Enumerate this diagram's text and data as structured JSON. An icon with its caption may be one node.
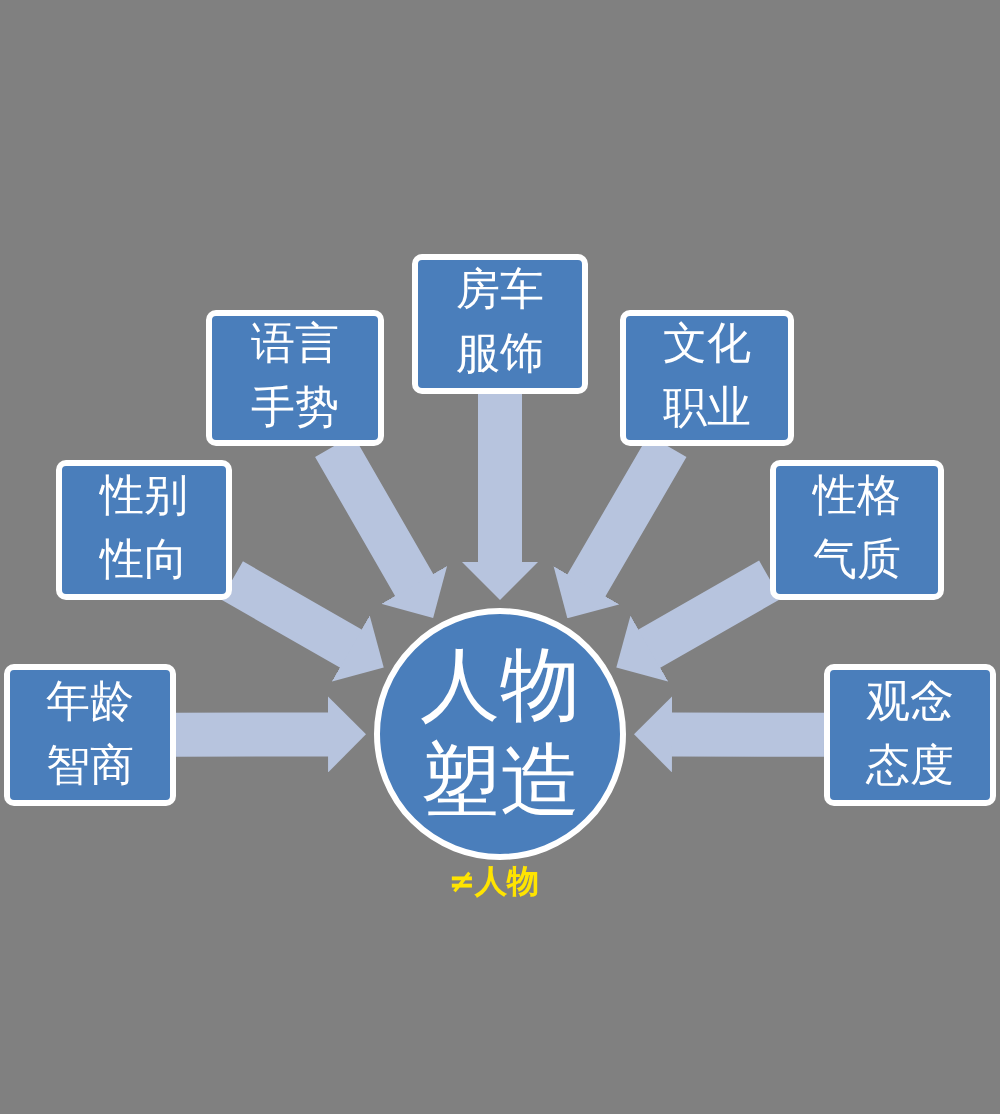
{
  "diagram": {
    "nodes": [
      {
        "text": [
          "房车服饰"
        ]
      },
      {
        "text": [
          "语言手势"
        ]
      },
      {
        "text": [
          "文化职业"
        ]
      },
      {
        "text": [
          "性别性向"
        ]
      },
      {
        "text": [
          "性格气质"
        ]
      },
      {
        "text": [
          "年龄智商"
        ]
      },
      {
        "text": [
          "人物塑造"
        ],
        "beside": [
          "≠人物"
        ]
      },
      {
        "text": [
          "观念态度"
        ]
      }
    ],
    "edges": [
      {
        "from": 5,
        "to": 6,
        "arrow": "to"
      },
      {
        "from": 3,
        "to": 6,
        "arrow": "to"
      },
      {
        "from": 1,
        "to": 6,
        "arrow": "to"
      },
      {
        "from": 0,
        "to": 6,
        "arrow": "to"
      },
      {
        "from": 2,
        "to": 6,
        "arrow": "to"
      },
      {
        "from": 4,
        "to": 6,
        "arrow": "to"
      },
      {
        "from": 7,
        "to": 6,
        "arrow": "to"
      }
    ]
  }
}
